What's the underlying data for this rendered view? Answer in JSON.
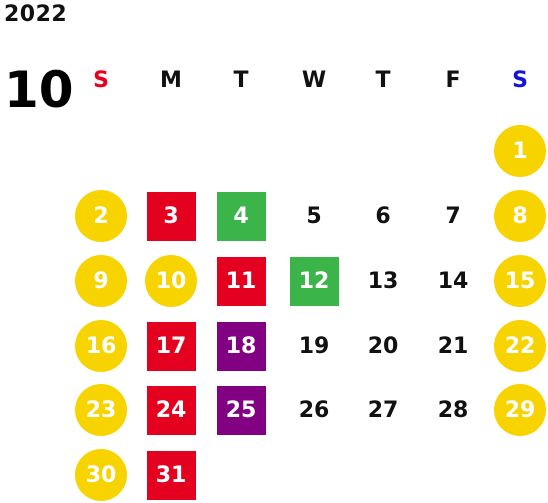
{
  "calendar": {
    "year": "2022",
    "month": "10",
    "weekdays": [
      {
        "label": "S",
        "color": "#e8001c"
      },
      {
        "label": "M",
        "color": "#111111"
      },
      {
        "label": "T",
        "color": "#111111"
      },
      {
        "label": "W",
        "color": "#111111"
      },
      {
        "label": "T",
        "color": "#111111"
      },
      {
        "label": "F",
        "color": "#111111"
      },
      {
        "label": "S",
        "color": "#1414d8"
      }
    ],
    "colors": {
      "yellow": "#f7d300",
      "red": "#e4001f",
      "green": "#3bb54a",
      "purple": "#820082"
    },
    "days": [
      {
        "day": "1",
        "week": 0,
        "col": 6,
        "style": "yellow"
      },
      {
        "day": "2",
        "week": 1,
        "col": 0,
        "style": "yellow"
      },
      {
        "day": "3",
        "week": 1,
        "col": 1,
        "style": "red"
      },
      {
        "day": "4",
        "week": 1,
        "col": 2,
        "style": "green"
      },
      {
        "day": "5",
        "week": 1,
        "col": 3,
        "style": "plain"
      },
      {
        "day": "6",
        "week": 1,
        "col": 4,
        "style": "plain"
      },
      {
        "day": "7",
        "week": 1,
        "col": 5,
        "style": "plain"
      },
      {
        "day": "8",
        "week": 1,
        "col": 6,
        "style": "yellow"
      },
      {
        "day": "9",
        "week": 2,
        "col": 0,
        "style": "yellow"
      },
      {
        "day": "10",
        "week": 2,
        "col": 1,
        "style": "yellow"
      },
      {
        "day": "11",
        "week": 2,
        "col": 2,
        "style": "red"
      },
      {
        "day": "12",
        "week": 2,
        "col": 3,
        "style": "green"
      },
      {
        "day": "13",
        "week": 2,
        "col": 4,
        "style": "plain"
      },
      {
        "day": "14",
        "week": 2,
        "col": 5,
        "style": "plain"
      },
      {
        "day": "15",
        "week": 2,
        "col": 6,
        "style": "yellow"
      },
      {
        "day": "16",
        "week": 3,
        "col": 0,
        "style": "yellow"
      },
      {
        "day": "17",
        "week": 3,
        "col": 1,
        "style": "red"
      },
      {
        "day": "18",
        "week": 3,
        "col": 2,
        "style": "purple"
      },
      {
        "day": "19",
        "week": 3,
        "col": 3,
        "style": "plain"
      },
      {
        "day": "20",
        "week": 3,
        "col": 4,
        "style": "plain"
      },
      {
        "day": "21",
        "week": 3,
        "col": 5,
        "style": "plain"
      },
      {
        "day": "22",
        "week": 3,
        "col": 6,
        "style": "yellow"
      },
      {
        "day": "23",
        "week": 4,
        "col": 0,
        "style": "yellow"
      },
      {
        "day": "24",
        "week": 4,
        "col": 1,
        "style": "red"
      },
      {
        "day": "25",
        "week": 4,
        "col": 2,
        "style": "purple"
      },
      {
        "day": "26",
        "week": 4,
        "col": 3,
        "style": "plain"
      },
      {
        "day": "27",
        "week": 4,
        "col": 4,
        "style": "plain"
      },
      {
        "day": "28",
        "week": 4,
        "col": 5,
        "style": "plain"
      },
      {
        "day": "29",
        "week": 4,
        "col": 6,
        "style": "yellow"
      },
      {
        "day": "30",
        "week": 5,
        "col": 0,
        "style": "yellow"
      },
      {
        "day": "31",
        "week": 5,
        "col": 1,
        "style": "red"
      }
    ]
  }
}
